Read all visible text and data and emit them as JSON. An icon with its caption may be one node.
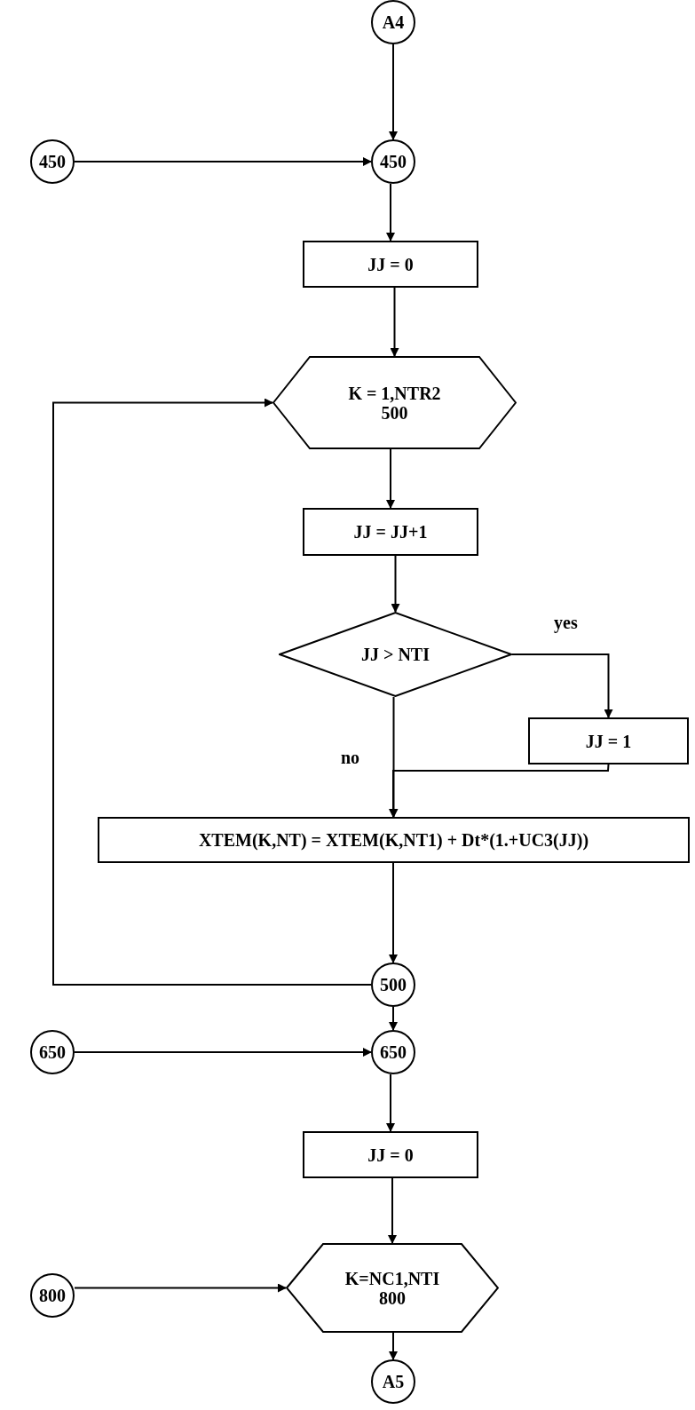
{
  "diagram": {
    "nodes": [
      {
        "text": [
          "A4"
        ]
      },
      {
        "text": [
          "450"
        ]
      },
      {
        "text": [
          "450"
        ]
      },
      {
        "text": [
          "JJ = 0"
        ]
      },
      {
        "text": [
          "K = 1,NTR2",
          "500"
        ]
      },
      {
        "text": [
          "JJ = JJ+1"
        ]
      },
      {
        "text": [
          "JJ > NTI"
        ]
      },
      {
        "text": [
          "JJ = 1"
        ]
      },
      {
        "text": [
          "XTEM(K,NT) = XTEM(K,NT1) + Dt*(1.+UC3(JJ))"
        ]
      },
      {
        "text": [
          "500"
        ]
      },
      {
        "text": [
          "650"
        ]
      },
      {
        "text": [
          "650"
        ]
      },
      {
        "text": [
          "JJ = 0"
        ]
      },
      {
        "text": [
          "K=NC1,NTI",
          "800"
        ]
      },
      {
        "text": [
          "800"
        ]
      },
      {
        "text": [
          "A5"
        ]
      }
    ],
    "edges": [
      {
        "from": 0,
        "to": 2,
        "arrow": "to"
      },
      {
        "from": 1,
        "to": 2,
        "arrow": "to"
      },
      {
        "from": 2,
        "to": 3,
        "arrow": "to"
      },
      {
        "from": 3,
        "to": 4,
        "arrow": "to"
      },
      {
        "from": 4,
        "to": 5,
        "arrow": "to"
      },
      {
        "from": 5,
        "to": 6,
        "arrow": "to"
      },
      {
        "from": 6,
        "to": 7,
        "arrow": "to",
        "label": "yes"
      },
      {
        "from": 6,
        "to": 8,
        "arrow": "to",
        "label": "no"
      },
      {
        "from": 7,
        "to": 8,
        "arrow": "to"
      },
      {
        "from": 8,
        "to": 9,
        "arrow": "to"
      },
      {
        "from": 9,
        "to": 4,
        "arrow": "to"
      },
      {
        "from": 9,
        "to": 11,
        "arrow": "to"
      },
      {
        "from": 10,
        "to": 11,
        "arrow": "to"
      },
      {
        "from": 11,
        "to": 12,
        "arrow": "to"
      },
      {
        "from": 12,
        "to": 13,
        "arrow": "to"
      },
      {
        "from": 14,
        "to": 13,
        "arrow": "to"
      },
      {
        "from": 13,
        "to": 15,
        "arrow": "to"
      }
    ]
  }
}
